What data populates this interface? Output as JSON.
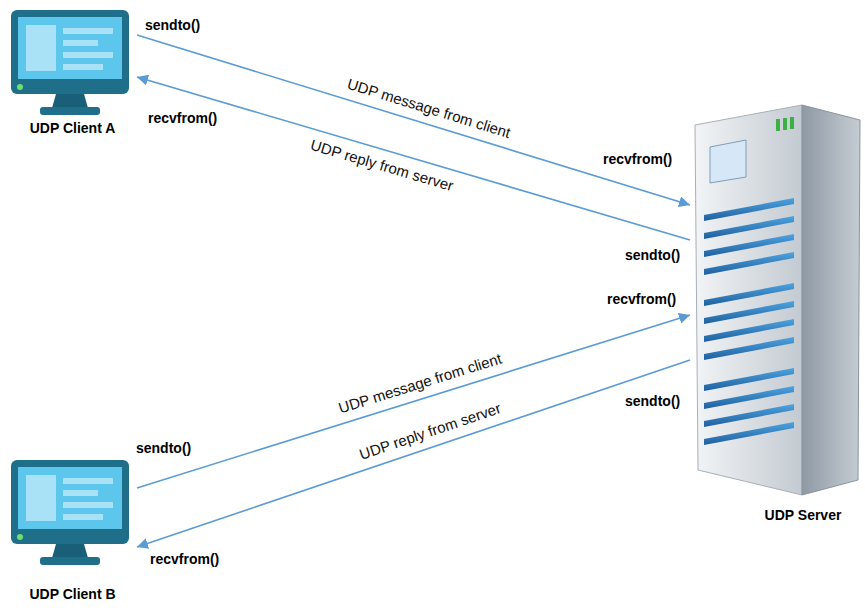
{
  "diagram": {
    "nodes": [
      {
        "text": [
          "UDP Client A"
        ]
      },
      {
        "text": [
          "UDP Server"
        ]
      },
      {
        "text": [
          "UDP Client B"
        ]
      }
    ],
    "edges": [
      {
        "from": 0,
        "to": 1,
        "arrow": "to",
        "label": "UDP message from client"
      },
      {
        "from": 1,
        "to": 0,
        "arrow": "to",
        "label": "UDP reply from server"
      },
      {
        "from": 2,
        "to": 1,
        "arrow": "to",
        "label": "UDP message from client"
      },
      {
        "from": 1,
        "to": 2,
        "arrow": "to",
        "label": "UDP reply from server"
      }
    ],
    "labels": [
      "sendto()",
      "recvfrom()",
      "recvfrom()",
      "sendto()",
      "recvfrom()",
      "sendto()",
      "sendto()",
      "recvfrom()"
    ]
  }
}
